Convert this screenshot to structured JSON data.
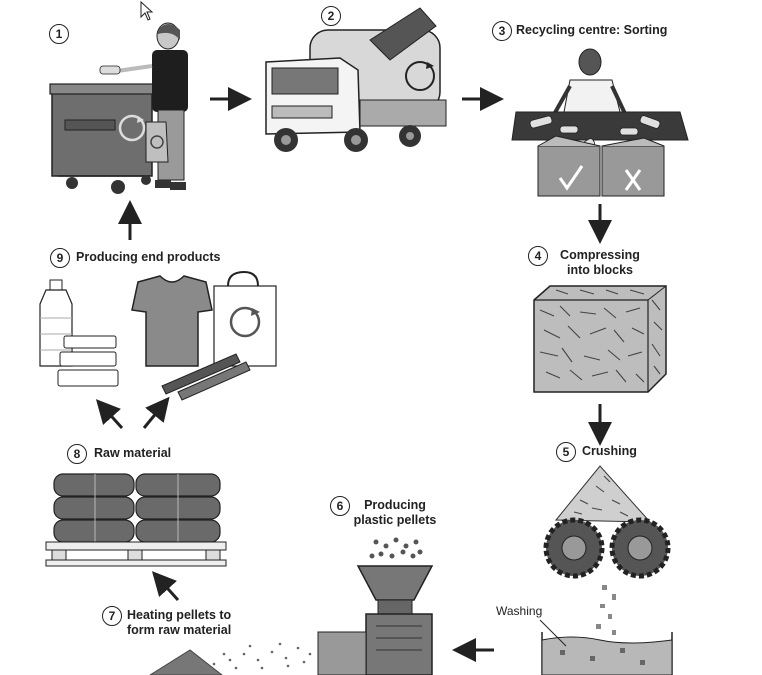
{
  "steps": [
    {
      "number": "1",
      "label": ""
    },
    {
      "number": "2",
      "label": ""
    },
    {
      "number": "3",
      "label": "Recycling centre: Sorting"
    },
    {
      "number": "4",
      "label_line1": "Compressing",
      "label_line2": "into blocks"
    },
    {
      "number": "5",
      "label": "Crushing"
    },
    {
      "number": "6",
      "label_line1": "Producing",
      "label_line2": "plastic pellets"
    },
    {
      "number": "7",
      "label_line1": "Heating pellets to",
      "label_line2": "form raw material"
    },
    {
      "number": "8",
      "label": "Raw material"
    },
    {
      "number": "9",
      "label": "Producing end products"
    }
  ],
  "annotations": {
    "washing": "Washing"
  },
  "icons": [
    "cursor-icon",
    "person-icon",
    "wheelie-bin-icon",
    "recycle-icon",
    "truck-icon",
    "sorting-worker-icon",
    "conveyor-icon",
    "tick-icon",
    "cross-icon",
    "compressed-block-icon",
    "crusher-icon",
    "gear-icon",
    "washing-tank-icon",
    "pellet-machine-icon",
    "raw-material-pallet-icon",
    "bottle-icon",
    "tray-icon",
    "tshirt-icon",
    "bag-icon",
    "pencil-icon",
    "arrow-icon"
  ],
  "colors": {
    "ink": "#222222",
    "mid_gray": "#777777",
    "light_gray": "#cfcfcf",
    "dark_gray": "#555555"
  }
}
